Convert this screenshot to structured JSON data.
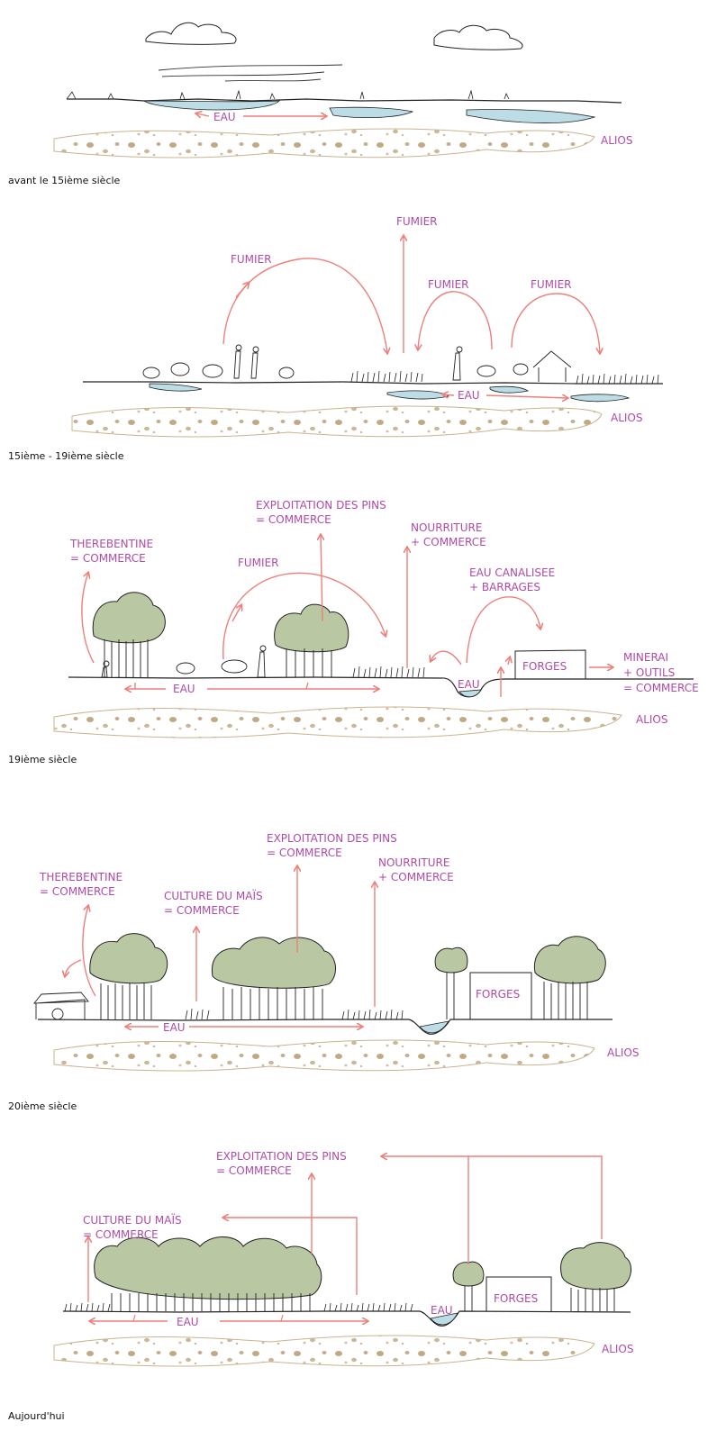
{
  "colors": {
    "label": "#b04aa8",
    "arrow": "#ee7f7a",
    "water": "#bcdde6",
    "alios_outline": "#c8b48e",
    "alios_dots": "#b59a70",
    "tree": "#b9c8a2",
    "ink": "#222222"
  },
  "panels": [
    {
      "caption": "avant le 15ième siècle",
      "labels": {
        "eau": "EAU",
        "alios": "ALIOS"
      }
    },
    {
      "caption": "15ième - 19ième siècle",
      "labels": {
        "fumier_left": "FUMIER",
        "fumier_top": "FUMIER",
        "fumier_mid": "FUMIER",
        "fumier_right": "FUMIER",
        "eau": "EAU",
        "alios": "ALIOS"
      }
    },
    {
      "caption": "19ième siècle",
      "labels": {
        "therebentine_1": "THEREBENTINE",
        "therebentine_2": "= COMMERCE",
        "pins_1": "EXPLOITATION DES PINS",
        "pins_2": "= COMMERCE",
        "nourriture_1": "NOURRITURE",
        "nourriture_2": "+ COMMERCE",
        "fumier": "FUMIER",
        "eau_canal_1": "EAU CANALISEE",
        "eau_canal_2": "+ BARRAGES",
        "forges": "FORGES",
        "minerai_1": "MINERAI",
        "minerai_2": "+ OUTILS",
        "minerai_3": "= COMMERCE",
        "eau_ditch": "EAU",
        "eau": "EAU",
        "alios": "ALIOS"
      }
    },
    {
      "caption": "20ième siècle",
      "labels": {
        "pins_1": "EXPLOITATION DES PINS",
        "pins_2": "= COMMERCE",
        "nourriture_1": "NOURRITURE",
        "nourriture_2": "+ COMMERCE",
        "therebentine_1": "THEREBENTINE",
        "therebentine_2": "= COMMERCE",
        "mais_1": "CULTURE DU MAÏS",
        "mais_2": "= COMMERCE",
        "forges": "FORGES",
        "eau": "EAU",
        "alios": "ALIOS"
      }
    },
    {
      "caption": "Aujourd'hui",
      "labels": {
        "pins_1": "EXPLOITATION DES PINS",
        "pins_2": "= COMMERCE",
        "mais_1": "CULTURE DU MAÏS",
        "mais_2": "= COMMERCE",
        "forges": "FORGES",
        "eau_ditch": "EAU",
        "eau": "EAU",
        "alios": "ALIOS"
      }
    }
  ]
}
